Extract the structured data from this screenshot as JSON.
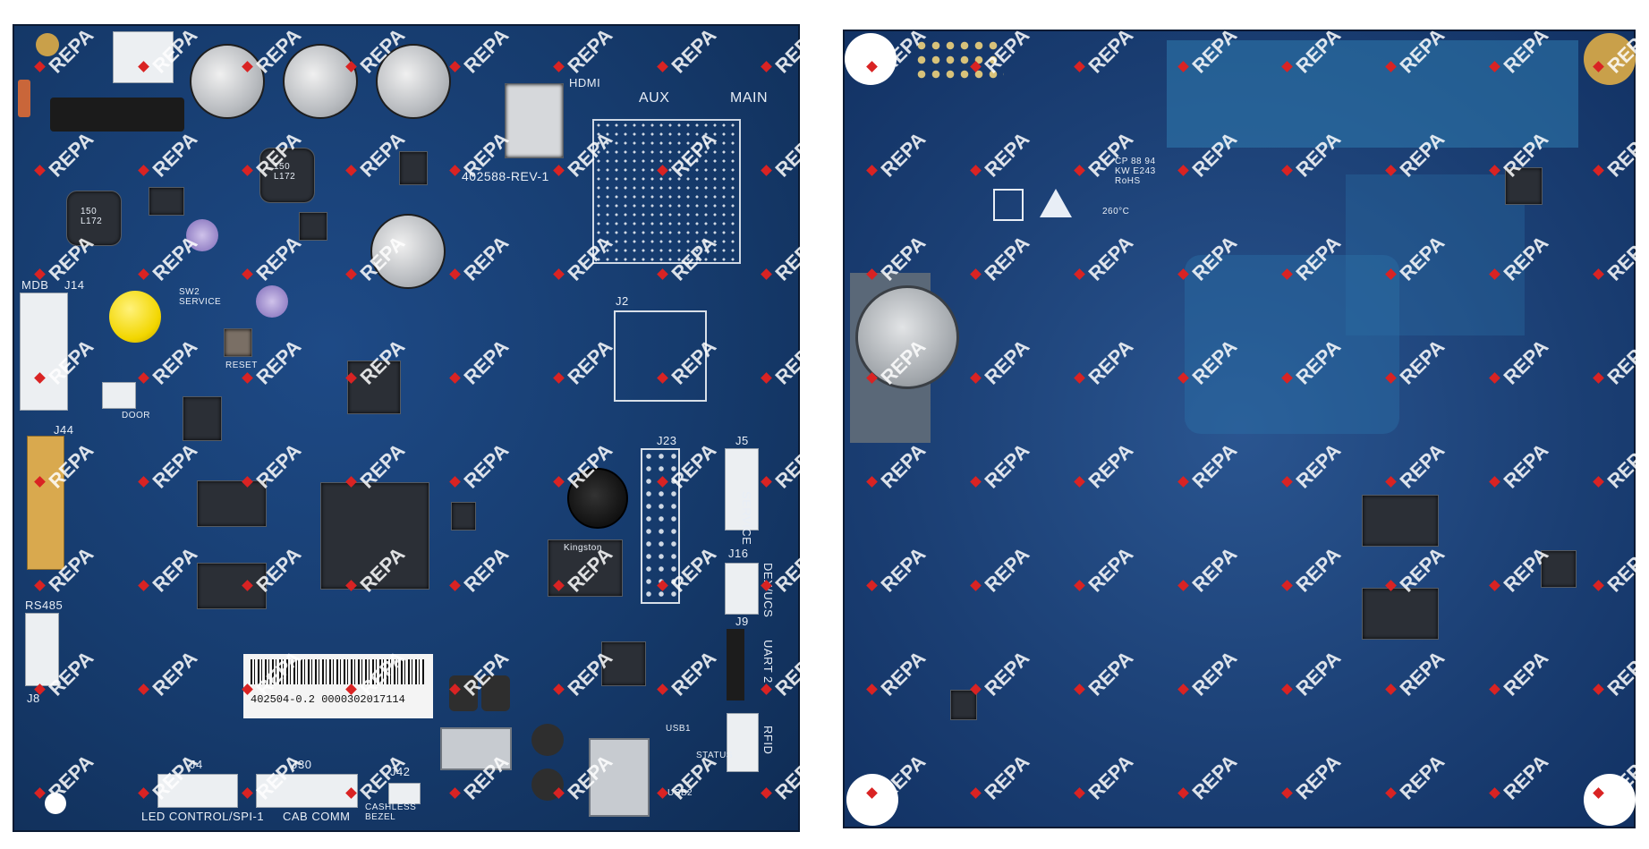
{
  "front": {
    "silk": {
      "rev": "402588-REV-1",
      "hdmi": "HDMI",
      "aux": "AUX",
      "main": "MAIN",
      "service_btn": "SW2\nSERVICE",
      "reset": "RESET",
      "door": "DOOR",
      "j14": "J14",
      "mdb": "MDB",
      "j44": "J44",
      "rs485": "RS485",
      "j8": "J8",
      "j2": "J2",
      "j23": "J23",
      "j5": "J5",
      "service": "SERVICE",
      "j16": "J16",
      "dex_ucs": "DEX/UCS",
      "j9": "J9",
      "uart2": "UART 2",
      "rfid": "RFID",
      "status": "STATUS",
      "j4": "J4",
      "led_control": "LED CONTROL/SPI-1",
      "j30": "J30",
      "cab_comm": "CAB COMM",
      "j42": "J42",
      "cashless_bezel": "CASHLESS\nBEZEL",
      "usb1": "USB1",
      "usb2": "USB2",
      "l172_a": "150\nL172",
      "l172_b": "150\nL172",
      "kingston": "Kingston"
    },
    "sticker": "402504-0.2 0000302017114"
  },
  "back": {
    "silk": {
      "cp": "CP 88 94\nKW E243\nRoHS",
      "temp": "260°C"
    }
  },
  "watermark": "REPA",
  "colors": {
    "pcb": "#163b6d",
    "silk": "#e8eef6",
    "marker": "#d92323"
  }
}
